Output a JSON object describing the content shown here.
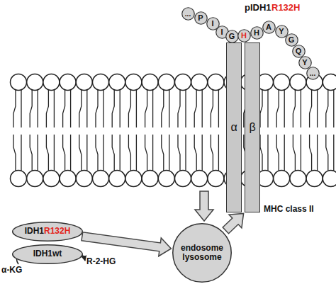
{
  "diagram": {
    "nodes": [
      {
        "text": [
          "..."
        ]
      },
      {
        "text": [
          "P"
        ]
      },
      {
        "text": [
          "I"
        ]
      },
      {
        "text": [
          "I"
        ]
      },
      {
        "text": [
          "G"
        ]
      },
      {
        "text": [
          "H"
        ]
      },
      {
        "text": [
          "H"
        ]
      },
      {
        "text": [
          "A"
        ]
      },
      {
        "text": [
          "Y"
        ]
      },
      {
        "text": [
          "G"
        ]
      },
      {
        "text": [
          "Q"
        ]
      },
      {
        "text": [
          "Y"
        ]
      },
      {
        "text": [
          "..."
        ]
      },
      {
        "text": [
          "α"
        ]
      },
      {
        "text": [
          "β"
        ]
      },
      {
        "text": [
          "endosome lysosome"
        ]
      },
      {
        "text": [
          "IDH1",
          "R132H"
        ]
      },
      {
        "text": [
          "IDH1wt"
        ]
      }
    ],
    "edges": [
      {
        "from": 16,
        "to": 15,
        "arrow": "to"
      },
      {
        "from": 15,
        "to": 14,
        "arrow": "to"
      }
    ],
    "labels": [
      "pIDH1",
      "R132H",
      "MHC class II",
      "α-KG",
      "R-2-HG"
    ]
  }
}
